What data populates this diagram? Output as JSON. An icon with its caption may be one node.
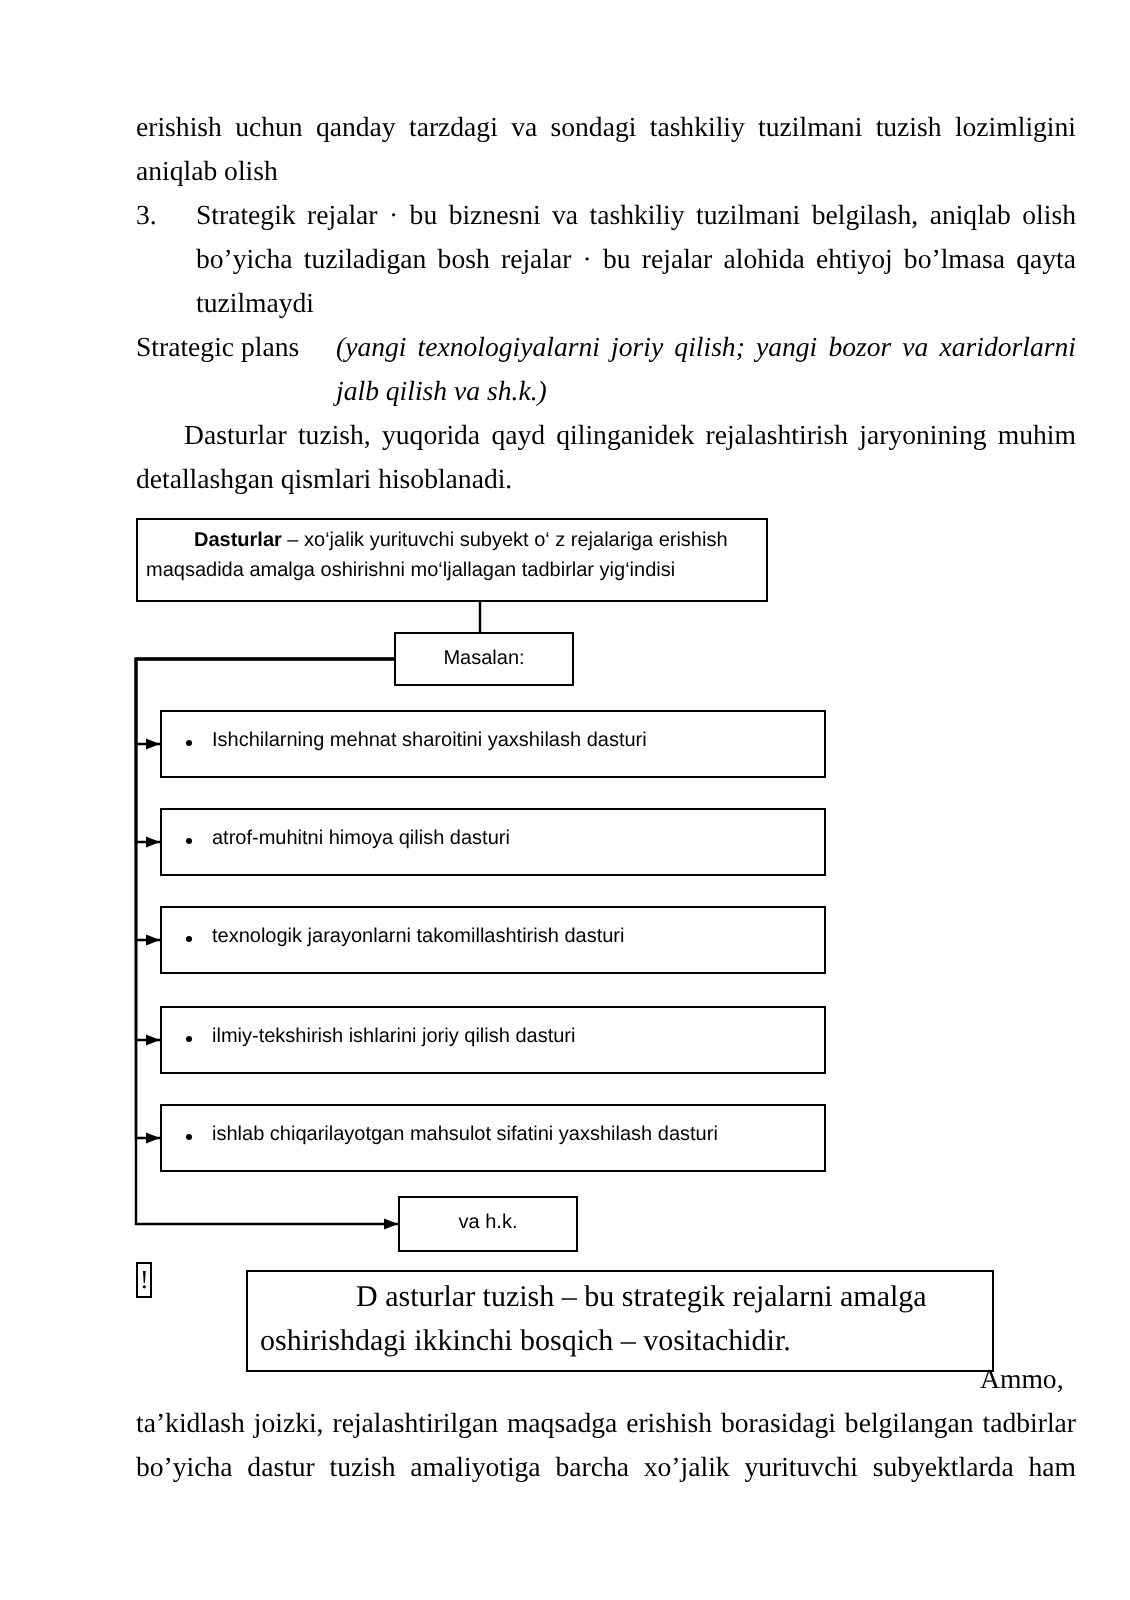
{
  "diagram": {
    "nodes": [
      {
        "text": [
          "**Dasturlar** – xo‘jalik yurituvchi subyekt o‘ z rejalariga erishish maqsadida amalga oshirishni mo‘ljallagan tadbirlar yig‘indisi"
        ]
      },
      {
        "text": [
          "Masalan:"
        ]
      },
      {
        "text": [
          "Ishchilarning mehnat sharoitini yaxshilash dasturi"
        ]
      },
      {
        "text": [
          "atrof-muhitni himoya qilish dasturi"
        ]
      },
      {
        "text": [
          "texnologik jarayonlarni takomillashtirish dasturi"
        ]
      },
      {
        "text": [
          "ilmiy-tekshirish ishlarini joriy qilish dasturi"
        ]
      },
      {
        "text": [
          "ishlab chiqarilayotgan mahsulot sifatini yaxshilash dasturi"
        ]
      },
      {
        "text": [
          "va h.k."
        ]
      },
      {
        "text": [
          "D asturlar tuzish – bu strategik rejalarni amalga oshirishdagi ikkinchi bosqich – vositachidir."
        ]
      }
    ],
    "edges": [
      {
        "from": 0,
        "to": 1,
        "arrow": "none"
      },
      {
        "from": 1,
        "to": 2,
        "arrow": "to"
      },
      {
        "from": 1,
        "to": 3,
        "arrow": "to"
      },
      {
        "from": 1,
        "to": 4,
        "arrow": "to"
      },
      {
        "from": 1,
        "to": 5,
        "arrow": "to"
      },
      {
        "from": 1,
        "to": 6,
        "arrow": "to"
      },
      {
        "from": 1,
        "to": 7,
        "arrow": "to"
      }
    ],
    "labels": [
      "erishish uchun qanday tarzdagi va sondagi tashkiliy tuzilmani tuzish lozimligini aniqlab olish",
      "3.",
      "Strategik rejalar · bu biznesni va tashkiliy tuzilmani belgilash, aniqlab olish bo’yicha tuziladigan bosh rejalar · bu rejalar alohida ehtiyoj bo’lmasa qayta tuzilmaydi",
      "Strategic plans",
      "(yangi texnologiyalarni joriy qilish; yangi bozor va xaridorlarni jalb qilish va sh.k.)",
      "Dasturlar tuzish, yuqorida qayd qilinganidek rejalashtirish jaryonining muhim detallashgan qismlari hisoblanadi.",
      "!",
      "Ammo, ta’kidlash joizki, rejalashtirilgan maqsadga erishish borasidagi belgilangan tadbirlar bo’yicha dastur tuzish amaliyotiga barcha xo’jalik yurituvchi subyektlarda ham"
    ]
  }
}
